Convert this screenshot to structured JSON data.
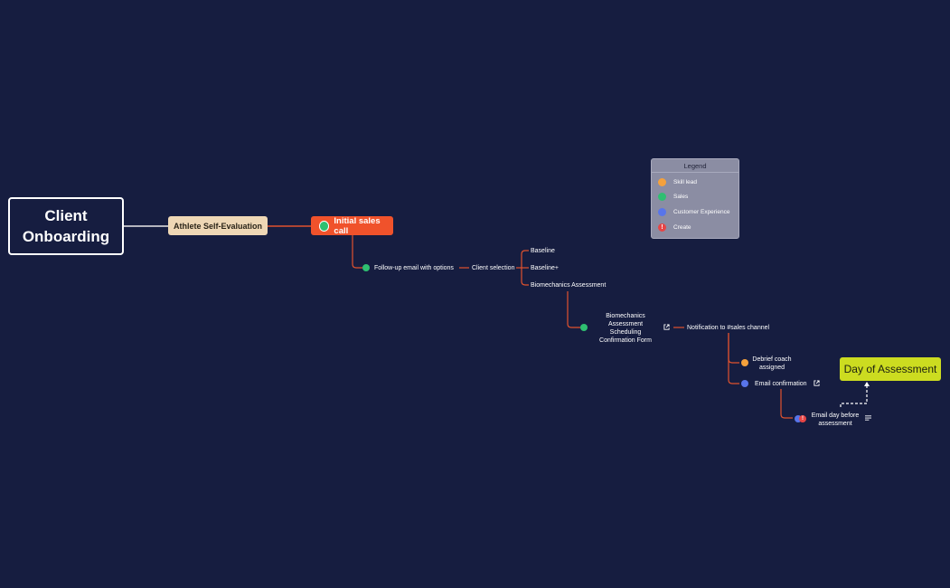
{
  "root": {
    "line1": "Client",
    "line2": "Onboarding"
  },
  "nodes": {
    "self_evaluation": "Athlete Self-Evaluation",
    "initial_sales_call": "Initial sales call",
    "follow_up_email": "Follow-up email with options",
    "client_selection": "Client selection",
    "option_baseline": "Baseline",
    "option_baseline_plus": "Baseline+",
    "option_biomechanics": "Biomechanics Assessment",
    "scheduling_form": "Biomechanics Assessment Scheduling Confirmation Form",
    "notification": "Notification to #sales channel",
    "debrief_coach": "Debrief coach assigned",
    "email_confirmation": "Email confirmation",
    "email_day_before": "Email day before assessment",
    "day_of_assessment": "Day of Assessment"
  },
  "legend": {
    "title": "Legend",
    "items": [
      {
        "label": "Skill lead",
        "color": "#f5a13c"
      },
      {
        "label": "Sales",
        "color": "#2fbf71"
      },
      {
        "label": "Customer Experience",
        "color": "#5875ea"
      },
      {
        "label": "Create",
        "color": "#e64545"
      }
    ]
  },
  "colors": {
    "background": "#161d40",
    "branch": "#e0522e",
    "accent_sales_call": "#f0522b",
    "self_eval_fill": "#eed7b5",
    "day_fill": "#ccdc20"
  }
}
